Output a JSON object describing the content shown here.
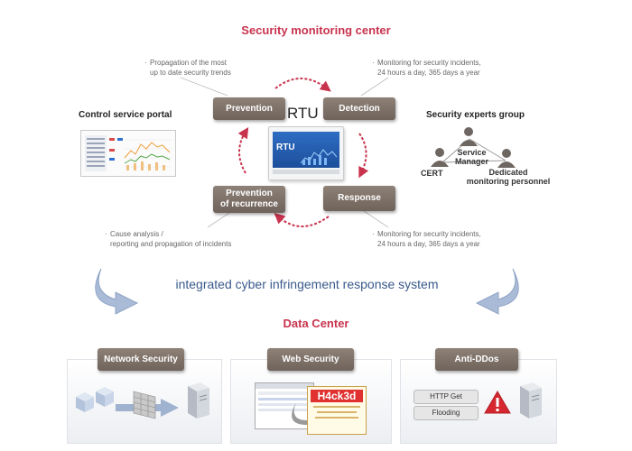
{
  "header": {
    "title": "Security monitoring center"
  },
  "center": {
    "label": "RTU",
    "screen_label": "RTU"
  },
  "stages": {
    "prevention": "Prevention",
    "detection": "Detection",
    "recurrence_line1": "Prevention",
    "recurrence_line2": "of recurrence",
    "response": "Response"
  },
  "notes": {
    "top_left": [
      "Propagation of the most",
      "up to date security trends"
    ],
    "top_right": [
      "Monitoring for security incidents,",
      "24 hours a day, 365 days a year"
    ],
    "bottom_left": [
      "Cause analysis /",
      "reporting and propagation of incidents"
    ],
    "bottom_right": [
      "Monitoring for security incidents,",
      "24 hours a day, 365 days a year"
    ]
  },
  "left_group": {
    "label": "Control service portal"
  },
  "right_group": {
    "label": "Security experts group",
    "people": {
      "service_manager_line1": "Service",
      "service_manager_line2": "Manager",
      "cert": "CERT",
      "dedicated_line1": "Dedicated",
      "dedicated_line2": "monitoring personnel"
    }
  },
  "system_label": "integrated cyber infringement response system",
  "data_center": {
    "title": "Data Center",
    "panels": {
      "network": {
        "label": "Network Security"
      },
      "web": {
        "label": "Web Security",
        "hack_text": "H4ck3d"
      },
      "ddos": {
        "label": "Anti-DDos",
        "tag1": "HTTP Get",
        "tag2": "Flooding"
      }
    }
  },
  "colors": {
    "accent_red": "#c8334e",
    "stage_brown": "#7d7068",
    "system_blue": "#3a5a8c",
    "arrow_blue": "#9fb2cf"
  },
  "icons": [
    "arrow-cycle-icon",
    "person-icon",
    "server-icon",
    "firewall-icon",
    "warning-icon",
    "swoosh-arrow-icon"
  ]
}
